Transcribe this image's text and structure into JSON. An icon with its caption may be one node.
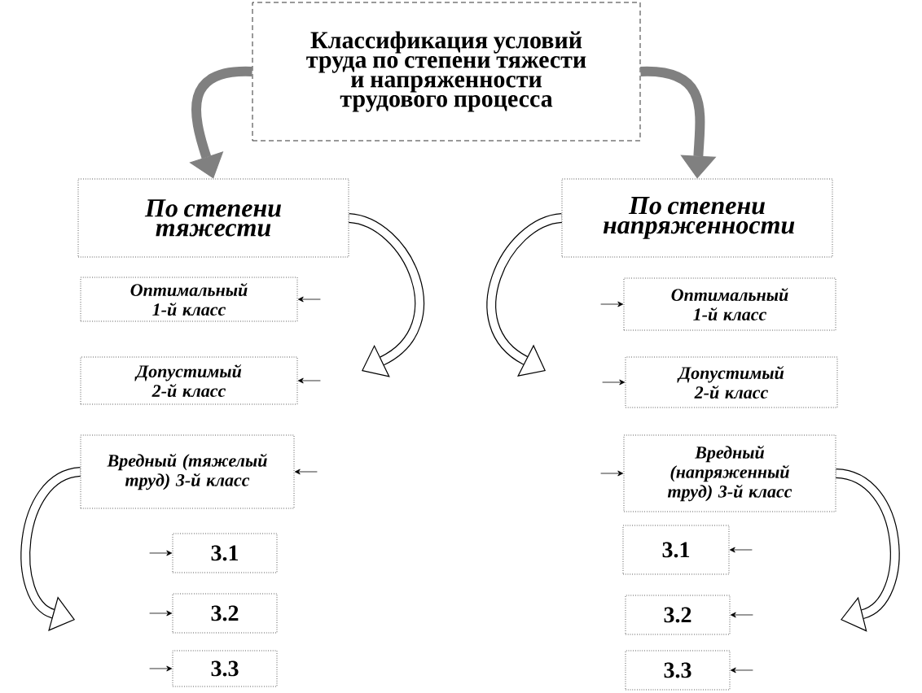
{
  "diagram": {
    "nodes": [
      {
        "text": [
          "Классификация условий труда по степени тяжести и напряженности трудового процесса"
        ]
      },
      {
        "text": [
          "По степени тяжести"
        ]
      },
      {
        "text": [
          "По степени напряженности"
        ]
      },
      {
        "text": [
          "Оптимальный 1-й класс"
        ]
      },
      {
        "text": [
          "Допустимый 2-й класс"
        ]
      },
      {
        "text": [
          "Вредный (тяжелый труд) 3-й класс"
        ]
      },
      {
        "text": [
          "3.1"
        ]
      },
      {
        "text": [
          "3.2"
        ]
      },
      {
        "text": [
          "3.3"
        ]
      },
      {
        "text": [
          "Оптимальный 1-й класс"
        ]
      },
      {
        "text": [
          "Допустимый 2-й класс"
        ]
      },
      {
        "text": [
          "Вредный (напряженный труд) 3-й класс"
        ]
      },
      {
        "text": [
          "3.1"
        ]
      },
      {
        "text": [
          "3.2"
        ]
      },
      {
        "text": [
          "3.3"
        ]
      }
    ],
    "edges": [
      {
        "from": 0,
        "to": 1,
        "arrow": "to",
        "style": "thick",
        "color": "#808080"
      },
      {
        "from": 0,
        "to": 2,
        "arrow": "to",
        "style": "thick",
        "color": "#808080"
      },
      {
        "from": 1,
        "to": null,
        "arrow": "to",
        "style": "thick"
      },
      {
        "from": 2,
        "to": null,
        "arrow": "to",
        "style": "thick"
      },
      {
        "from": 5,
        "to": null,
        "arrow": "to",
        "style": "thick"
      },
      {
        "from": 11,
        "to": null,
        "arrow": "to",
        "style": "thick"
      },
      {
        "from": null,
        "to": 3,
        "arrow": "to"
      },
      {
        "from": null,
        "to": 4,
        "arrow": "to"
      },
      {
        "from": null,
        "to": 5,
        "arrow": "to"
      },
      {
        "from": null,
        "to": 6,
        "arrow": "to"
      },
      {
        "from": null,
        "to": 7,
        "arrow": "to"
      },
      {
        "from": null,
        "to": 8,
        "arrow": "to"
      },
      {
        "from": null,
        "to": 9,
        "arrow": "to"
      },
      {
        "from": null,
        "to": 10,
        "arrow": "to"
      },
      {
        "from": null,
        "to": 11,
        "arrow": "to"
      },
      {
        "from": null,
        "to": 12,
        "arrow": "to"
      },
      {
        "from": null,
        "to": 13,
        "arrow": "to"
      },
      {
        "from": null,
        "to": 14,
        "arrow": "to"
      }
    ]
  }
}
